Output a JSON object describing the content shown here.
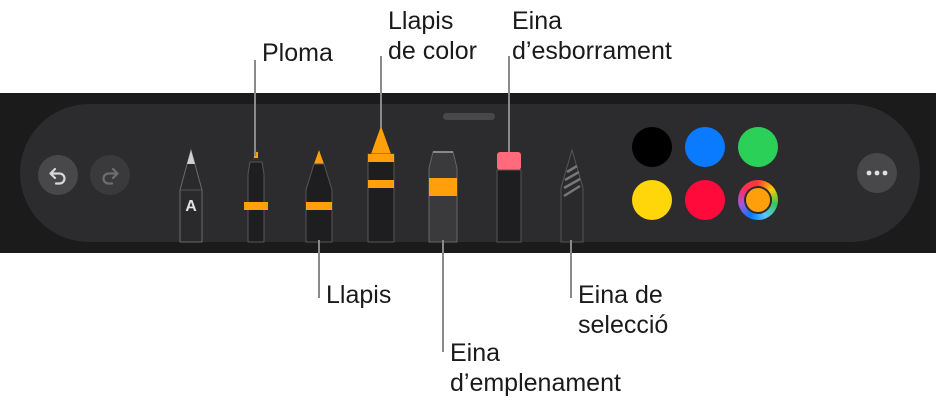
{
  "callouts": {
    "pen": "Ploma",
    "colored_pencil_line1": "Llapis",
    "colored_pencil_line2": "de color",
    "eraser_line1": "Eina",
    "eraser_line2": "d’esborrament",
    "pencil": "Llapis",
    "fill_line1": "Eina",
    "fill_line2": "d’emplenament",
    "lasso_line1": "Eina de",
    "lasso_line2": "selecció"
  },
  "toolbar": {
    "undo_icon": "undo-arrow-icon",
    "redo_icon": "redo-arrow-icon",
    "more_icon": "ellipsis-icon",
    "monoline_label": "A",
    "tools": [
      "monoline",
      "pen",
      "pencil",
      "colored-pencil",
      "fill",
      "eraser",
      "lasso"
    ],
    "accent_color": "#ff9f0a"
  },
  "colors": {
    "swatches": [
      {
        "name": "black",
        "hex": "#000000"
      },
      {
        "name": "blue",
        "hex": "#0a7aff"
      },
      {
        "name": "green",
        "hex": "#2ad058"
      },
      {
        "name": "yellow",
        "hex": "#ffd60a"
      },
      {
        "name": "red",
        "hex": "#ff0a3a"
      },
      {
        "name": "custom",
        "hex": "#ff9f0a"
      }
    ]
  }
}
